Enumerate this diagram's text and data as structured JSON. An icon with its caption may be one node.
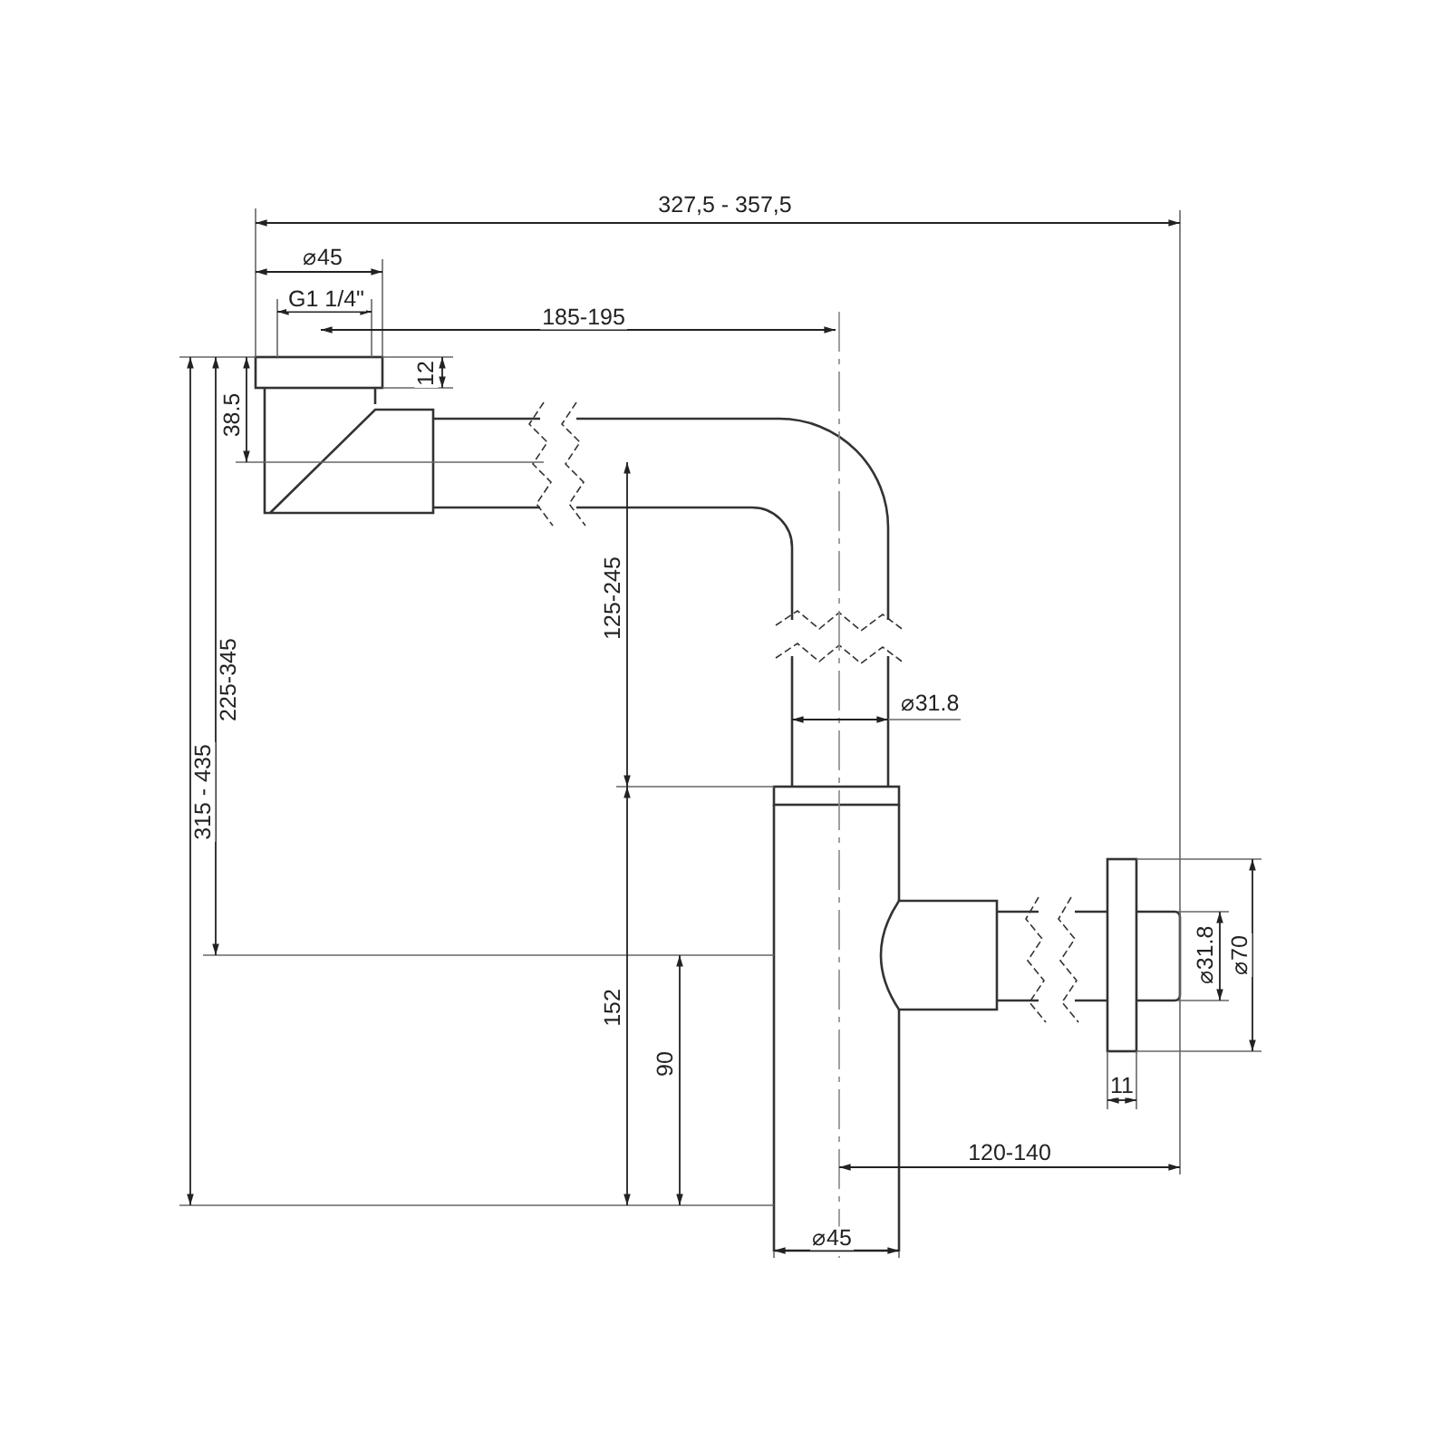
{
  "diagram": {
    "labels": [
      "327,5 - 357,5",
      "⌀45",
      "G1 1/4\"",
      "185-195",
      "12",
      "38.5",
      "125-245",
      "225-345",
      "315 - 435",
      "⌀31.8",
      "152",
      "90",
      "⌀31.8",
      "⌀70",
      "11",
      "120-140",
      "⌀45"
    ]
  }
}
